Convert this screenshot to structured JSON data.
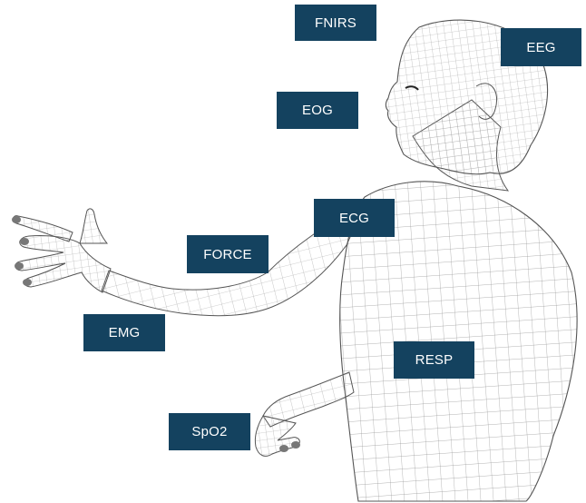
{
  "labels": {
    "fnirs": "FNIRS",
    "eeg": "EEG",
    "eog": "EOG",
    "ecg": "ECG",
    "force": "FORCE",
    "emg": "EMG",
    "resp": "RESP",
    "spo2": "SpO2"
  },
  "colors": {
    "label_background": "#14425f",
    "label_text": "#ffffff",
    "mesh_line": "#9a9a9a",
    "mesh_outline": "#555555"
  },
  "figure": "wireframe-human-upper-body-mesh"
}
